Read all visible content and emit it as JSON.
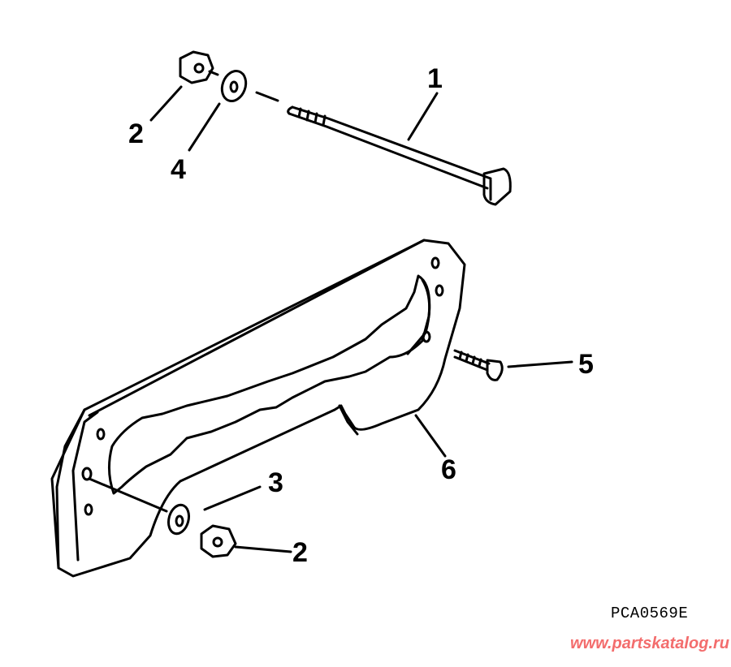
{
  "diagram": {
    "type": "exploded-parts-view",
    "callouts": [
      {
        "id": "c1",
        "label": "1",
        "part": "long bolt"
      },
      {
        "id": "c2a",
        "label": "2",
        "part": "hex nut (upper)"
      },
      {
        "id": "c4",
        "label": "4",
        "part": "flat washer (upper)"
      },
      {
        "id": "c5",
        "label": "5",
        "part": "wood screw"
      },
      {
        "id": "c6",
        "label": "6",
        "part": "mounting plate / gasket"
      },
      {
        "id": "c3",
        "label": "3",
        "part": "flat washer (lower)"
      },
      {
        "id": "c2b",
        "label": "2",
        "part": "hex nut (lower)"
      }
    ],
    "figure_code": "PCA0569E",
    "watermark": "www.partskatalog.ru",
    "colors": {
      "line": "#000000",
      "background": "#ffffff",
      "watermark": "#f36d6d"
    }
  }
}
